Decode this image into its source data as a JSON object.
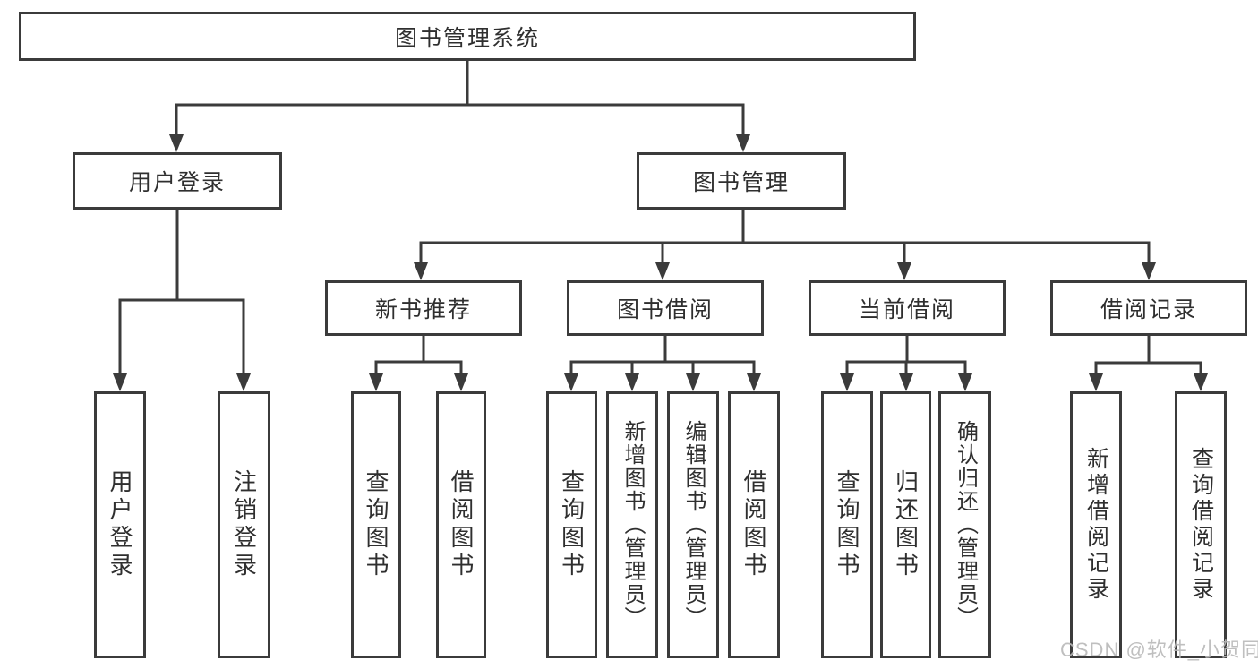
{
  "nodes": {
    "root": {
      "label": "图书管理系统"
    },
    "user_login_group": {
      "label": "用户登录"
    },
    "book_management": {
      "label": "图书管理"
    },
    "user_login": {
      "label": "用户登录"
    },
    "logout": {
      "label": "注销登录"
    },
    "new_book_recommend": {
      "label": "新书推荐"
    },
    "book_borrowing": {
      "label": "图书借阅"
    },
    "current_borrowing": {
      "label": "当前借阅"
    },
    "borrowing_records": {
      "label": "借阅记录"
    },
    "nbr_query_books": {
      "label": "查询图书"
    },
    "nbr_borrow_books": {
      "label": "借阅图书"
    },
    "bb_query_books": {
      "label": "查询图书"
    },
    "bb_add_books": {
      "label": "新增图书（管理员）"
    },
    "bb_edit_books": {
      "label": "编辑图书（管理员）"
    },
    "bb_borrow_books": {
      "label": "借阅图书"
    },
    "cb_query_books": {
      "label": "查询图书"
    },
    "cb_return_books": {
      "label": "归还图书"
    },
    "cb_confirm_return": {
      "label": "确认归还（管理员）"
    },
    "br_add_record": {
      "label": "新增借阅记录"
    },
    "br_query_record": {
      "label": "查询借阅记录"
    }
  },
  "watermark": {
    "text": "CSDN @软件_小贺同学"
  },
  "colors": {
    "border": "#3b3b3b",
    "line": "#3b3b3b",
    "text": "#2f2f2f",
    "watermark": "#b9b9b9",
    "background": "#ffffff"
  }
}
